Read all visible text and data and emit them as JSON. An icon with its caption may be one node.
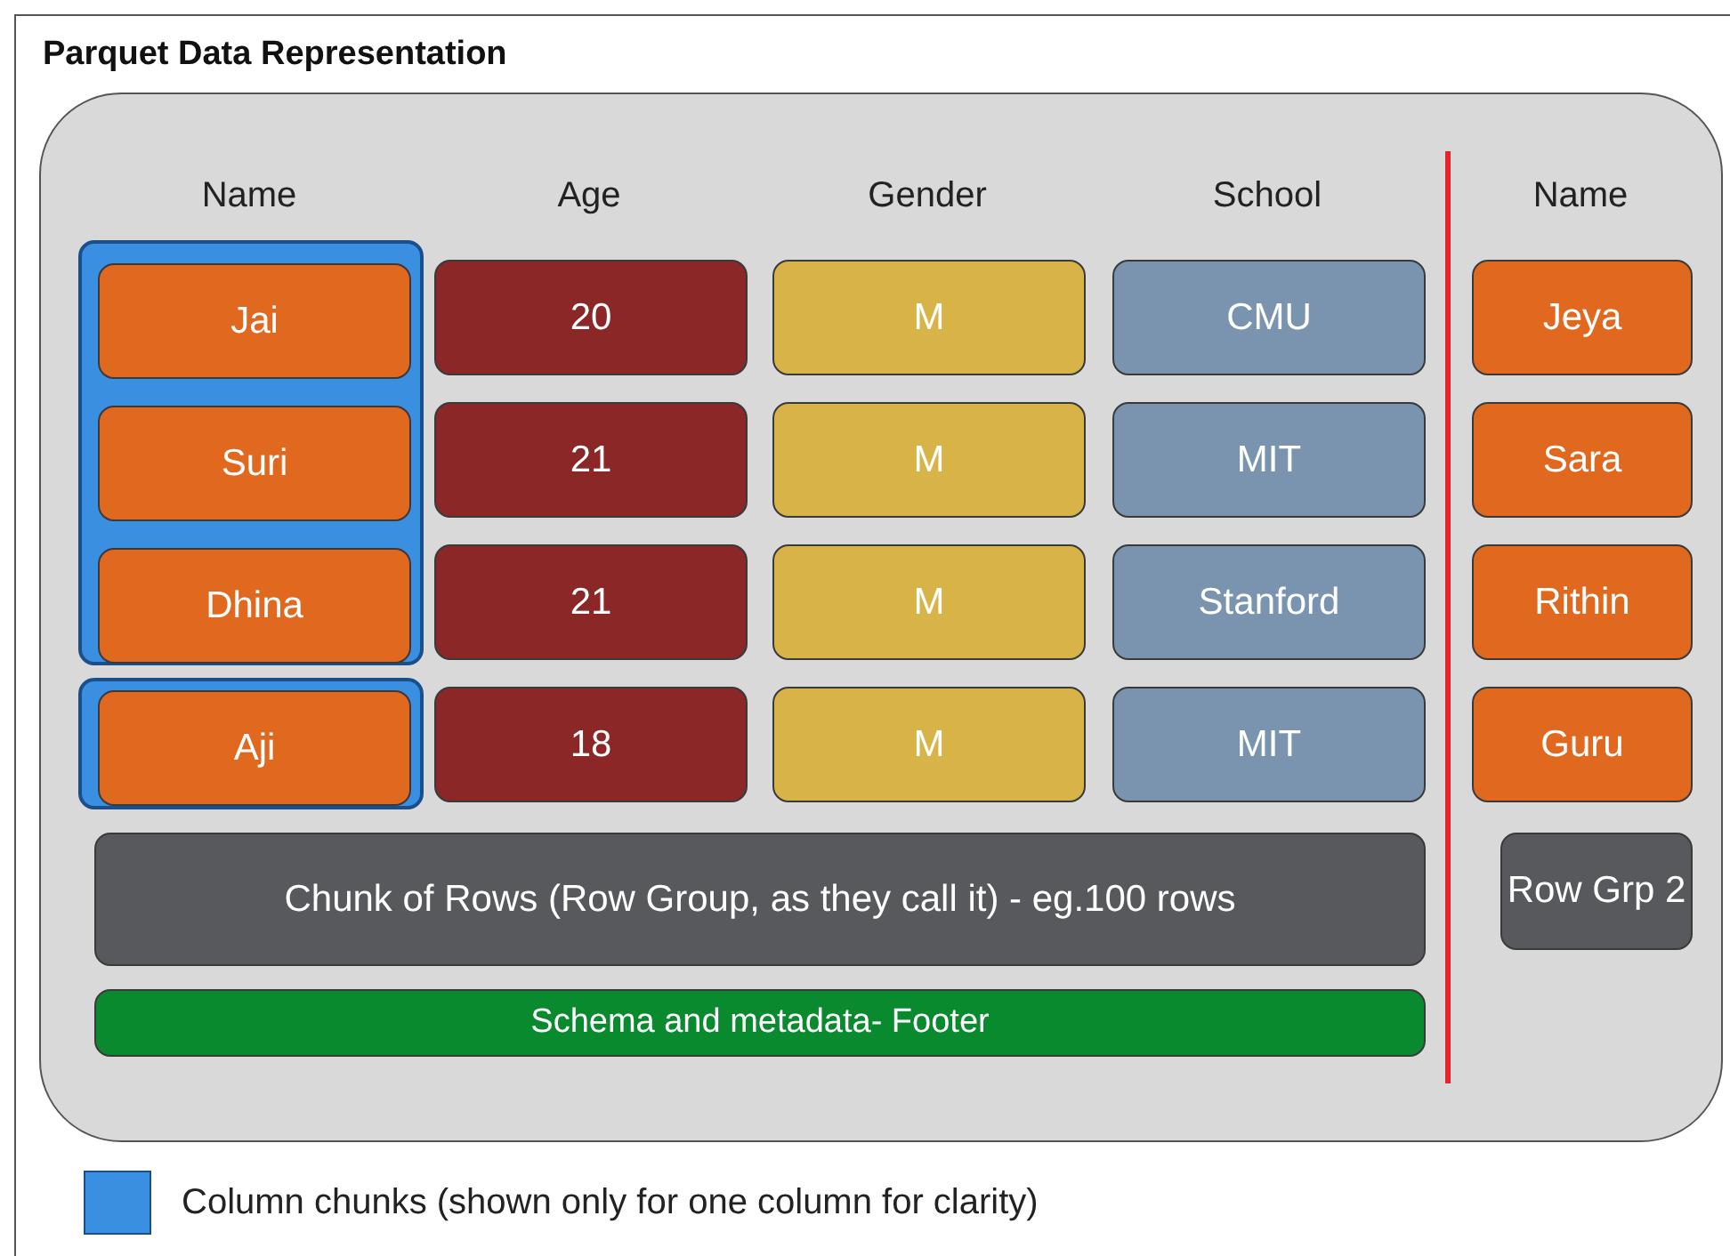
{
  "diagram": {
    "title": "Parquet Data Representation",
    "nodes": [
      {
        "text": [],
        "shape": "box"
      },
      {
        "text": [],
        "shape": "box",
        "in": 0
      },
      {
        "text": [
          "Jai"
        ],
        "in": 1
      },
      {
        "text": [
          "20"
        ],
        "in": 0
      },
      {
        "text": [
          "M"
        ],
        "in": 0
      },
      {
        "text": [
          "CMU"
        ],
        "in": 0
      },
      {
        "text": [
          "Jeya"
        ],
        "in": 0
      },
      {
        "text": [
          "Suri"
        ],
        "in": 1
      },
      {
        "text": [
          "21"
        ],
        "in": 0
      },
      {
        "text": [
          "M"
        ],
        "in": 0
      },
      {
        "text": [
          "MIT"
        ],
        "in": 0
      },
      {
        "text": [
          "Sara"
        ],
        "in": 0
      },
      {
        "text": [
          "Dhina"
        ],
        "in": 1
      },
      {
        "text": [
          "21"
        ],
        "in": 0
      },
      {
        "text": [
          "M"
        ],
        "in": 0
      },
      {
        "text": [
          "Stanford"
        ],
        "in": 0
      },
      {
        "text": [
          "Rithin"
        ],
        "in": 0
      },
      {
        "text": [],
        "shape": "box",
        "in": 0
      },
      {
        "text": [
          "Aji"
        ],
        "in": 17
      },
      {
        "text": [
          "18"
        ],
        "in": 0
      },
      {
        "text": [
          "M"
        ],
        "in": 0
      },
      {
        "text": [
          "MIT"
        ],
        "in": 0
      },
      {
        "text": [
          "Guru"
        ],
        "in": 0
      },
      {
        "text": [
          "Chunk of Rows (Row Group, as they call it) - eg.100 rows"
        ],
        "in": 0
      },
      {
        "text": [
          "Row Grp 2"
        ],
        "in": 0
      },
      {
        "text": [
          "Schema and metadata- Footer"
        ],
        "in": 0
      }
    ],
    "labels": [
      "Name",
      "Age",
      "Gender",
      "School",
      "Name"
    ],
    "legend": [
      {
        "text": "Column chunks (shown only for one column for clarity)",
        "color": "#3a8fe0"
      }
    ]
  }
}
